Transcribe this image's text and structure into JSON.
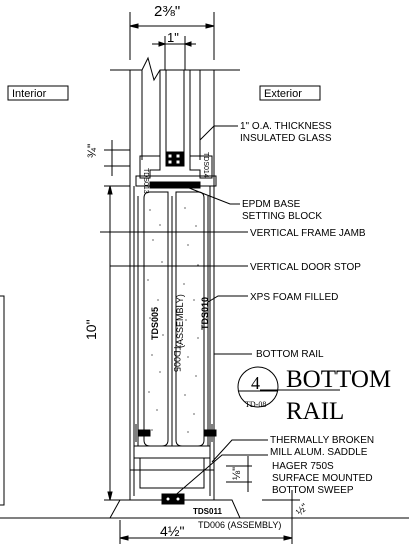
{
  "dims": {
    "top_width": "2⅜\"",
    "inner_width": "1\"",
    "glass_offset": "¾\"",
    "height": "10\"",
    "bottom_width": "4½\"",
    "sweep": "⅛\"",
    "sill_gap": "½\""
  },
  "tags": {
    "interior": "Interior",
    "exterior": "Exterior"
  },
  "callouts": {
    "glass_line1": "1\" O.A. THICKNESS",
    "glass_line2": "INSULATED GLASS",
    "epdm_line1": "EPDM BASE",
    "epdm_line2": "SETTING BLOCK",
    "frame_jamb": "VERTICAL FRAME JAMB",
    "door_stop": "VERTICAL DOOR STOP",
    "xps": "XPS FOAM FILLED",
    "bottom_rail": "BOTTOM RAIL",
    "saddle_line1": "THERMALLY BROKEN",
    "saddle_line2": "MILL ALUM. SADDLE",
    "sweep_line1": "HAGER 750S",
    "sweep_line2": "SURFACE MOUNTED",
    "sweep_line3": "BOTTOM SWEEP"
  },
  "profiles": {
    "tds013": "TDS013",
    "tds014": "TDS014",
    "tds005": "TDS005",
    "td005_line1": "TD005",
    "td005_line2": "(ASSEMBLY)",
    "tds010": "TDS010",
    "tds011": "TDS011",
    "td006": "TD006 (ASSEMBLY)"
  },
  "detail": {
    "number": "4",
    "sheet": "TD-08",
    "title_line1": "BOTTOM",
    "title_line2": "RAIL"
  }
}
